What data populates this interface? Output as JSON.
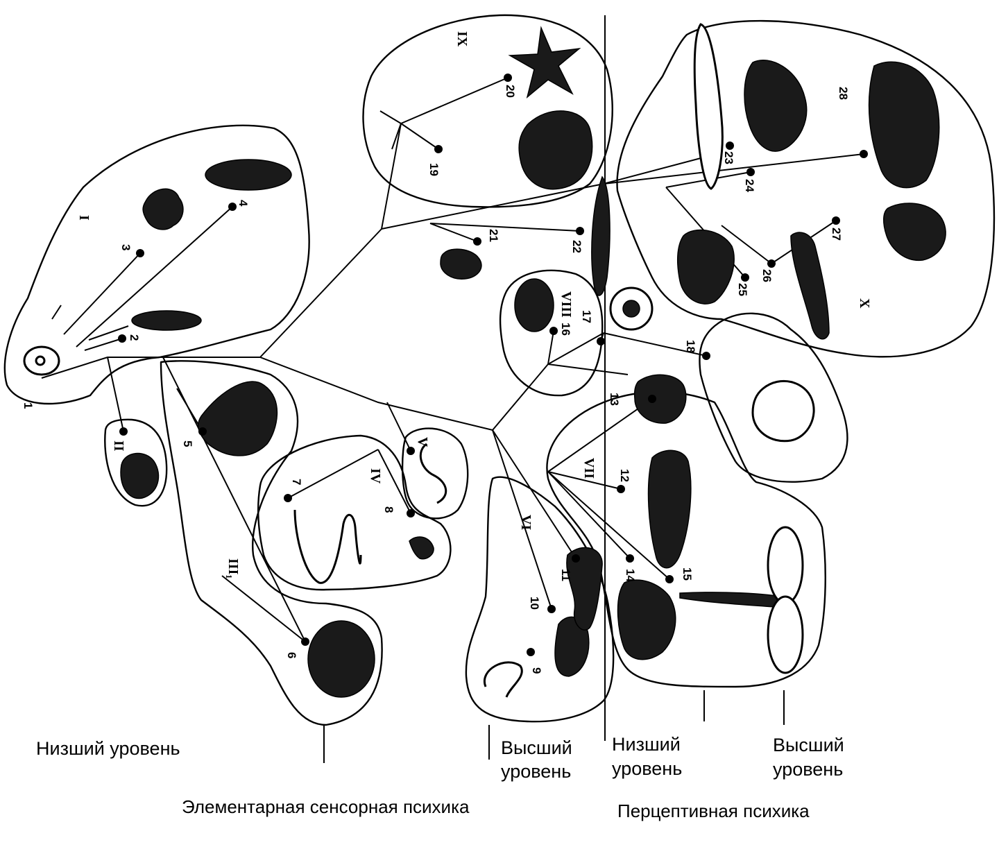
{
  "labels": {
    "lower_level_left": "Низший уровень",
    "higher_level_left_1": "Высший",
    "higher_level_left_2": "уровень",
    "lower_level_right_1": "Низший",
    "lower_level_right_2": "уровень",
    "higher_level_right_1": "Высший",
    "higher_level_right_2": "уровень"
  },
  "captions": {
    "elementary": "Элементарная сенсорная психика",
    "perceptive": "Перцептивная психика"
  },
  "groups": {
    "g1": "I",
    "g2": "II",
    "g3": "III₁",
    "g4": "IV",
    "g5": "V",
    "g6": "VI",
    "g7": "VII",
    "g8": "VIII",
    "g9": "IX",
    "g10": "X"
  },
  "species": {
    "n1": "1",
    "n2": "2",
    "n3": "3",
    "n4": "4",
    "n5": "5",
    "n6": "6",
    "n7": "7",
    "n8": "8",
    "n9": "9",
    "n10": "10",
    "n11": "11",
    "n12": "12",
    "n13": "13",
    "n14": "14",
    "n15": "15",
    "n16": "16",
    "n17": "17",
    "n18": "18",
    "n19": "19",
    "n20": "20",
    "n21": "21",
    "n22": "22",
    "n23": "23",
    "n24": "24",
    "n25": "25",
    "n26": "26",
    "n27": "27",
    "n28": "28"
  }
}
